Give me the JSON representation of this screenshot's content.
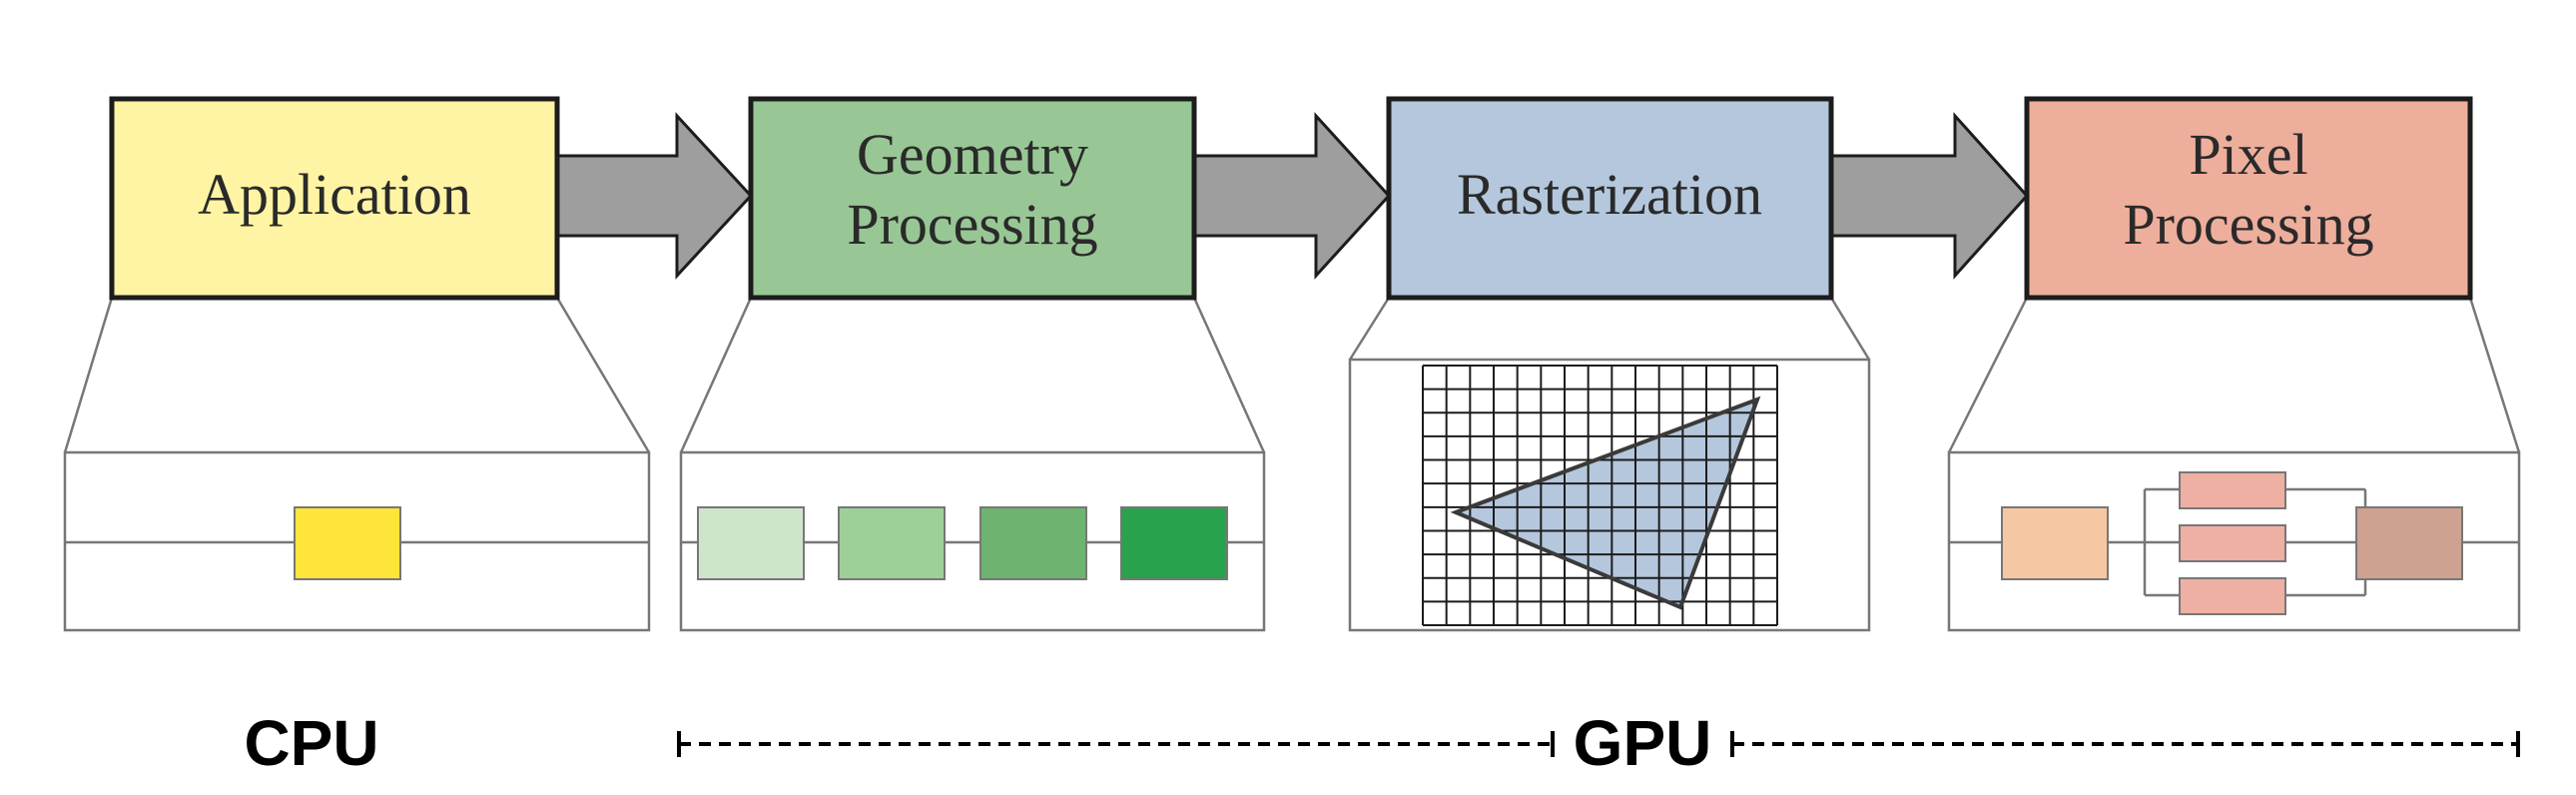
{
  "stages": [
    {
      "label_line1": "Application",
      "label_line2": "",
      "color": "#fff4a3"
    },
    {
      "label_line1": "Geometry",
      "label_line2": "Processing",
      "color": "#98c795"
    },
    {
      "label_line1": "Rasterization",
      "label_line2": "",
      "color": "#b4c7dc"
    },
    {
      "label_line1": "Pixel",
      "label_line2": "Processing",
      "color": "#eeae9c"
    }
  ],
  "hardware": {
    "cpu_label": "CPU",
    "gpu_label": "GPU"
  },
  "substages": {
    "application": {
      "colors": [
        "#ffe53a"
      ]
    },
    "geometry": {
      "colors": [
        "#cfe5cb",
        "#9fcf98",
        "#6eb36f",
        "#28a24c"
      ]
    },
    "pixel": {
      "colors": [
        "#f5c7a3",
        "#eeb0a3",
        "#eeb0a3",
        "#eeb0a3",
        "#cfa191"
      ]
    },
    "rasterization": {
      "triangle_color": "#b4c7dc"
    }
  },
  "colors": {
    "arrow": "#9e9e9e",
    "outline": "#1c1c1c",
    "thin_line": "#777777"
  }
}
